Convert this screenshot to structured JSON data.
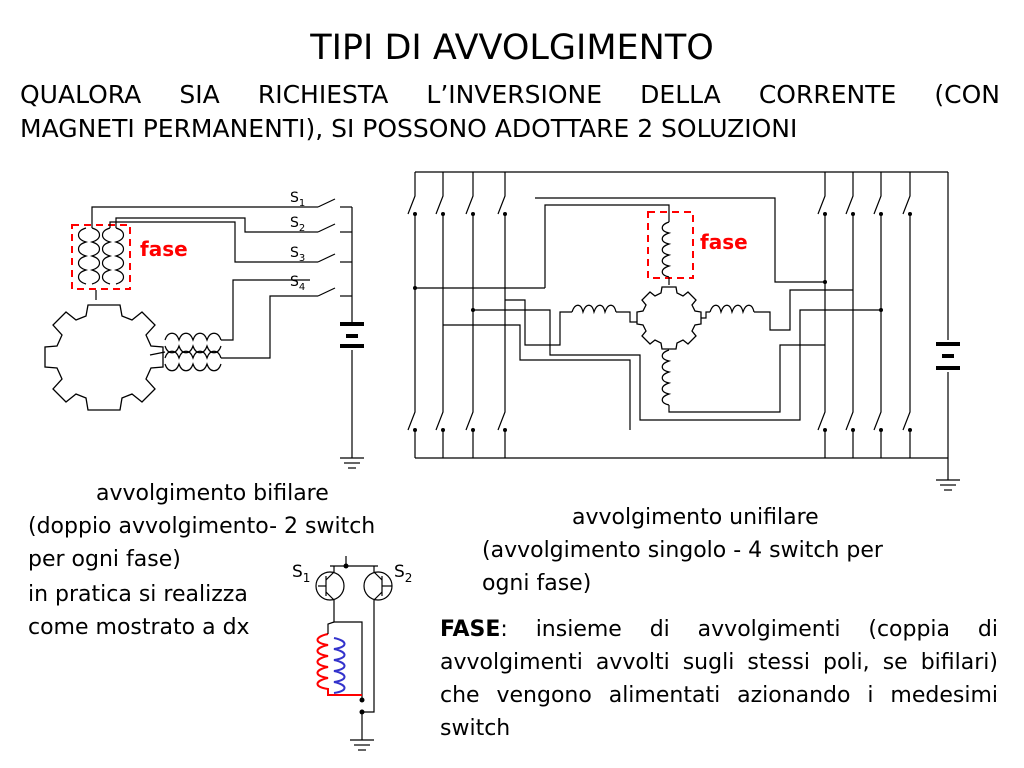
{
  "title": "TIPI DI AVVOLGIMENTO",
  "subtitle_line1": "QUALORA SIA RICHIESTA L’INVERSIONE DELLA CORRENTE (CON",
  "subtitle_line2": "MAGNETI PERMANENTI), SI POSSONO ADOTTARE 2 SOLUZIONI",
  "left_diagram": {
    "phase_label": "fase",
    "switches": [
      "S",
      "S",
      "S",
      "S"
    ],
    "switch_subscripts": [
      "1",
      "2",
      "3",
      "4"
    ]
  },
  "right_diagram": {
    "phase_label": "fase"
  },
  "transistor_diagram": {
    "s1": "S",
    "s1_sub": "1",
    "s2": "S",
    "s2_sub": "2"
  },
  "bifilar_caption": {
    "line1": "avvolgimento bifilare",
    "line2": "(doppio avvolgimento- 2 switch",
    "line3": "per ogni fase)",
    "line4": "in pratica si realizza",
    "line5": "come mostrato a dx"
  },
  "unifilar_caption": {
    "line1": "avvolgimento unifilare",
    "line2": "(avvolgimento singolo - 4 switch per",
    "line3": "ogni fase)"
  },
  "definition": {
    "term": "FASE",
    "text": ": insieme di avvolgimenti (coppia di avvolgimenti avvolti sugli stessi poli, se bifilari) che vengono alimentati azionando i medesimi switch"
  },
  "colors": {
    "phase_highlight": "#ff0000",
    "coil_blue": "#3333cc"
  }
}
